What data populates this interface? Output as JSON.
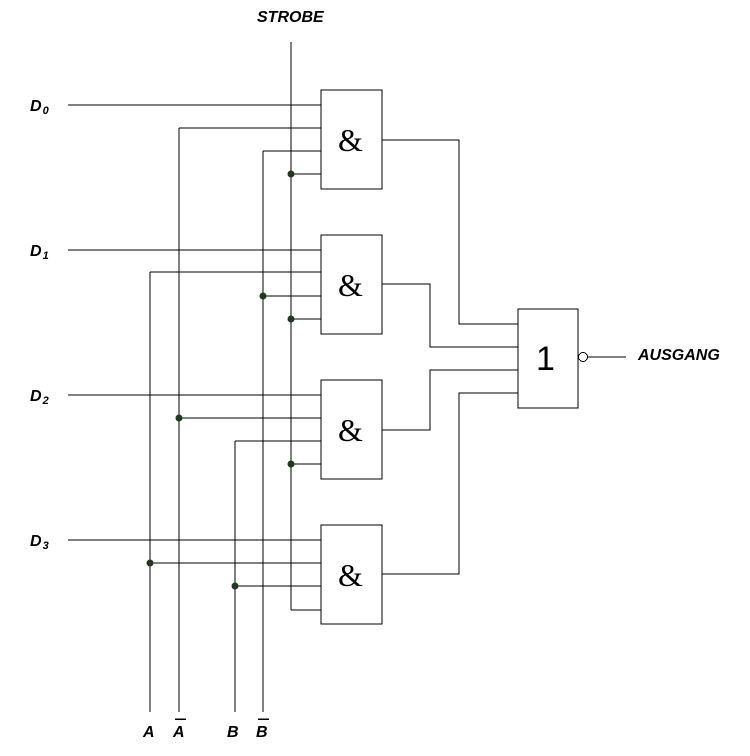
{
  "labels": {
    "strobe": "STROBE",
    "output": "AUSGANG",
    "d0": {
      "letter": "D",
      "index": "0"
    },
    "d1": {
      "letter": "D",
      "index": "1"
    },
    "d2": {
      "letter": "D",
      "index": "2"
    },
    "d3": {
      "letter": "D",
      "index": "3"
    },
    "a": "A",
    "a_not": "A",
    "b": "B",
    "b_not": "B"
  },
  "gates": {
    "and_symbol": "&",
    "or_symbol": "1"
  }
}
